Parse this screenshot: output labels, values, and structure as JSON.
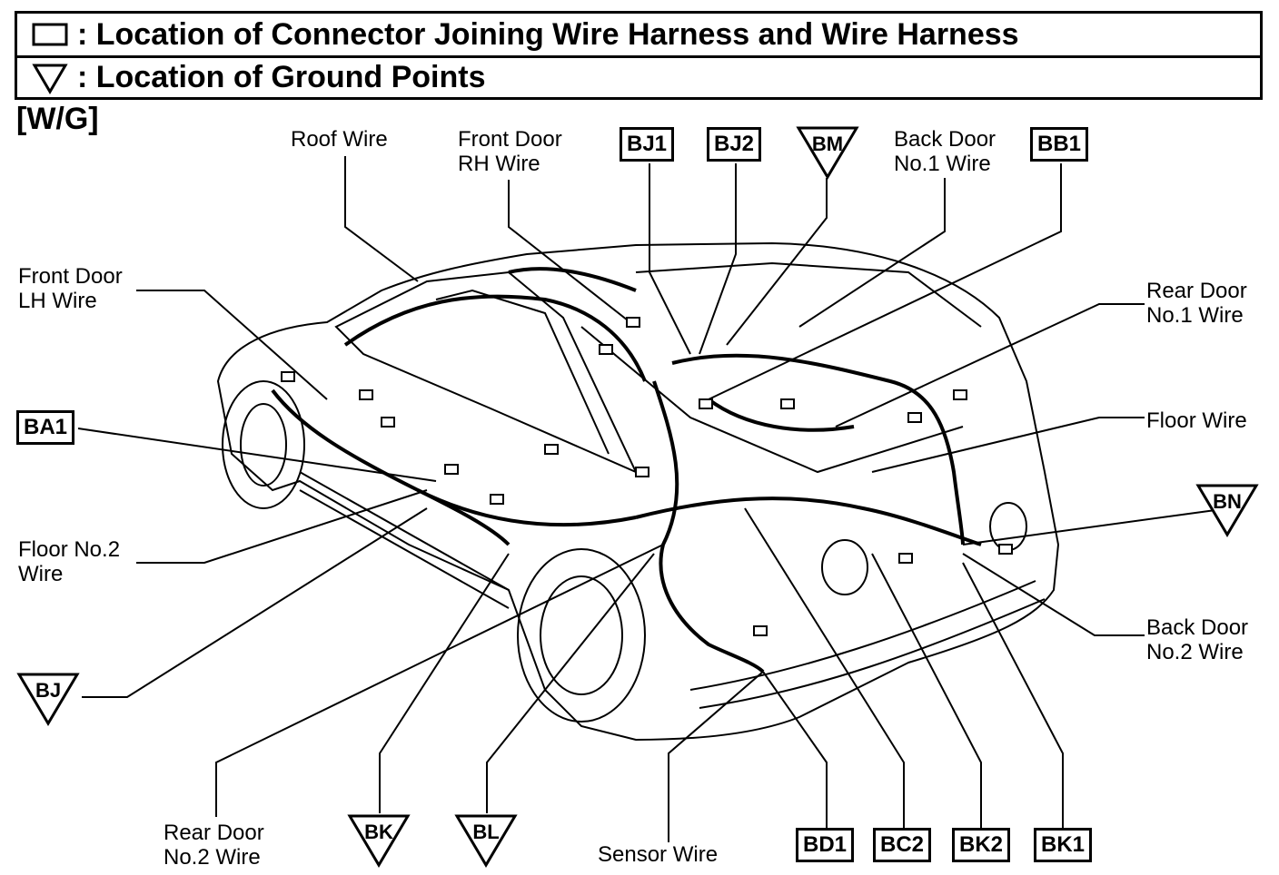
{
  "legend": {
    "connector_text": ": Location of Connector Joining Wire Harness and Wire Harness",
    "ground_text": ": Location of Ground Points"
  },
  "variant": "[W/G]",
  "labels": {
    "roof_wire": "Roof Wire",
    "front_door_rh_wire": "Front Door\nRH Wire",
    "back_door_no1_wire": "Back Door\nNo.1 Wire",
    "front_door_lh_wire": "Front Door\nLH Wire",
    "rear_door_no1_wire": "Rear Door\nNo.1 Wire",
    "floor_wire": "Floor Wire",
    "floor_no2_wire": "Floor No.2\nWire",
    "back_door_no2_wire": "Back Door\nNo.2 Wire",
    "rear_door_no2_wire": "Rear Door\nNo.2 Wire",
    "sensor_wire": "Sensor Wire"
  },
  "connectors": {
    "bj1": "BJ1",
    "bj2": "BJ2",
    "bb1": "BB1",
    "ba1": "BA1",
    "bd1": "BD1",
    "bc2": "BC2",
    "bk2": "BK2",
    "bk1": "BK1"
  },
  "grounds": {
    "bm": "BM",
    "bn": "BN",
    "bj": "BJ",
    "bk": "BK",
    "bl": "BL"
  }
}
